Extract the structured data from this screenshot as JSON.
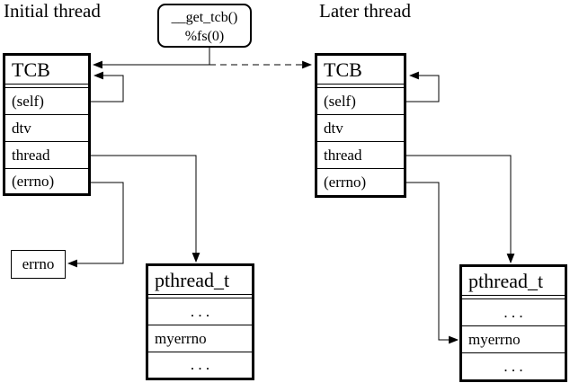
{
  "diagram": {
    "initial_thread_label": "Initial thread",
    "later_thread_label": "Later thread",
    "get_tcb_box": {
      "line1": "__get_tcb()",
      "line2": "%fs(0)"
    },
    "tcb_initial": {
      "header": "TCB",
      "rows": [
        "(self)",
        "dtv",
        "thread",
        "(errno)"
      ]
    },
    "tcb_later": {
      "header": "TCB",
      "rows": [
        "(self)",
        "dtv",
        "thread",
        "(errno)"
      ]
    },
    "errno_box": {
      "label": "errno"
    },
    "pthread_initial": {
      "header": "pthread_t",
      "rows": [
        ". . .",
        "myerrno",
        ". . ."
      ]
    },
    "pthread_later": {
      "header": "pthread_t",
      "rows": [
        ". . .",
        "myerrno",
        ". . ."
      ]
    },
    "colors": {
      "line": "#000000",
      "background": "#ffffff",
      "text": "#000000"
    }
  }
}
